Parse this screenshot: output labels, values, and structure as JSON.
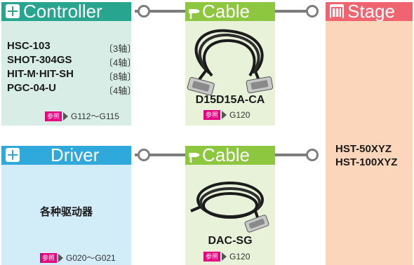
{
  "controller": {
    "header": "Controller",
    "items": [
      {
        "model": "HSC-103",
        "axes": "〔3轴〕"
      },
      {
        "model": "SHOT-304GS",
        "axes": "〔4轴〕"
      },
      {
        "model": "HIT-M·HIT-SH",
        "axes": "〔8轴〕"
      },
      {
        "model": "PGC-04-U",
        "axes": "〔4轴〕"
      }
    ],
    "ref_tag": "参照",
    "ref_pages": "G112～G115"
  },
  "cable_top": {
    "header": "Cable",
    "model": "D15D15A-CA",
    "ref_tag": "参照",
    "ref_pages": "G120"
  },
  "stage": {
    "header": "Stage",
    "models": [
      "HST-50XYZ",
      "HST-100XYZ"
    ]
  },
  "driver": {
    "header": "Driver",
    "label": "各种驱动器",
    "ref_tag": "参照",
    "ref_pages": "G020～G021"
  },
  "cable_bottom": {
    "header": "Cable",
    "model": "DAC-SG",
    "ref_tag": "参照",
    "ref_pages": "G120"
  },
  "colors": {
    "controller_header": "#27a58f",
    "controller_body": "#d7ede6",
    "cable_header": "#8dc63f",
    "cable_body": "#e7f2d9",
    "stage_header": "#f0646f",
    "stage_body": "#fcd6ba",
    "driver_header": "#2fa8dc",
    "driver_body": "#d2ecf8",
    "connector": "#7d7d7d"
  }
}
